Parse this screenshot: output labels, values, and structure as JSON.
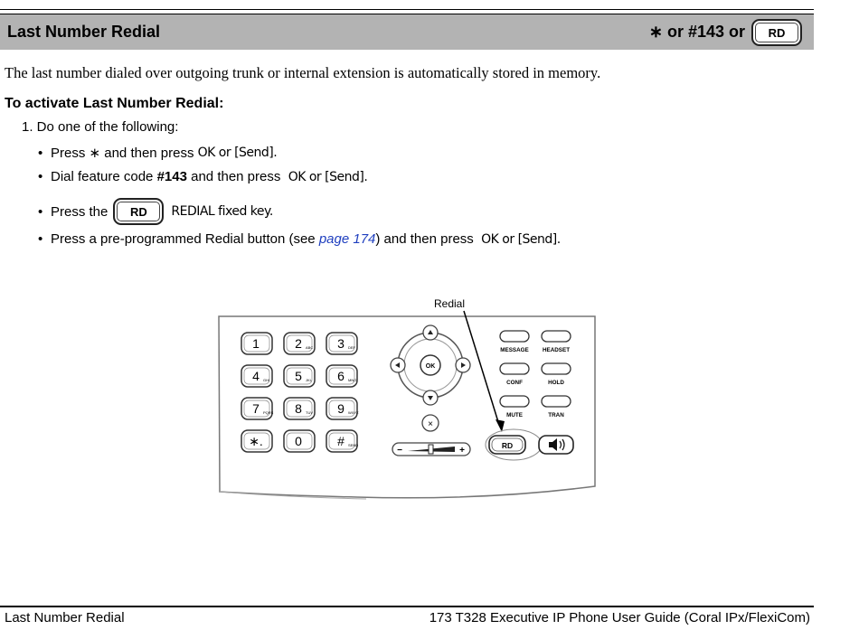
{
  "header": {
    "title": "Last Number Redial",
    "code_label": "∗ or #143 or",
    "rd_key_label": "RD"
  },
  "intro": "The last number dialed over outgoing trunk or internal extension is automatically stored in memory.",
  "subhead": "To activate Last Number Redial:",
  "step1": "1. Do one of the following:",
  "bullets": {
    "b1_pre": "Press ∗ and then press",
    "b1_ok": "OK or [Send].",
    "b2_pre": "Dial feature code",
    "b2_code": "#143",
    "b2_mid": "and then press",
    "b2_ok": "OK or [Send].",
    "b3_pre": "Press the",
    "b3_key": "RD",
    "b3_post": "REDIAL fixed key.",
    "b4_pre": "Press a pre-programmed Redial button (see",
    "b4_link": "page 174",
    "b4_mid": ") and then press",
    "b4_ok": "OK or [Send]."
  },
  "figure": {
    "callout": "Redial",
    "keys": [
      {
        "d": "1",
        "s": ""
      },
      {
        "d": "2",
        "s": "ABC"
      },
      {
        "d": "3",
        "s": "DEF"
      },
      {
        "d": "4",
        "s": "GHI"
      },
      {
        "d": "5",
        "s": "JKL"
      },
      {
        "d": "6",
        "s": "MNO"
      },
      {
        "d": "7",
        "s": "PQRS"
      },
      {
        "d": "8",
        "s": "TUV"
      },
      {
        "d": "9",
        "s": "WXYZ"
      },
      {
        "d": "∗.",
        "s": ""
      },
      {
        "d": "0",
        "s": ""
      },
      {
        "d": "#",
        "s": "SEND"
      }
    ],
    "nav_ok": "OK",
    "nav_cancel": "×",
    "volume_minus": "−",
    "volume_plus": "+",
    "func_keys": [
      "MESSAGE",
      "HEADSET",
      "CONF",
      "HOLD",
      "MUTE",
      "TRAN"
    ],
    "rd_label": "RD",
    "speaker_icon": "speaker-icon"
  },
  "footer": {
    "left": "Last Number Redial",
    "right": "173  T328 Executive IP Phone User Guide (Coral IPx/FlexiCom)"
  }
}
